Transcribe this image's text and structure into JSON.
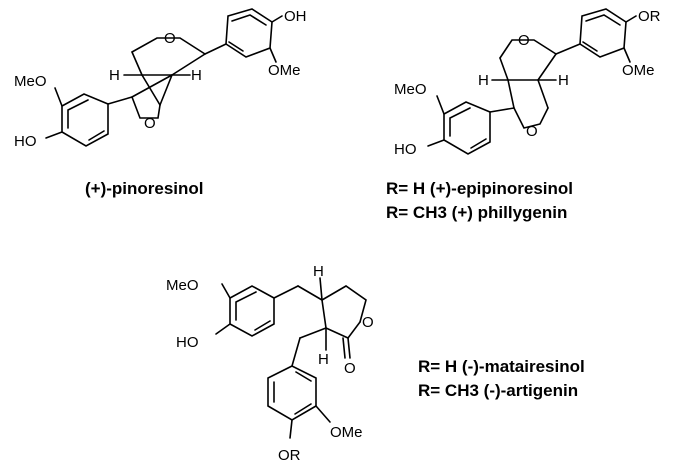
{
  "molecules": [
    {
      "atoms": {
        "oh": "OH",
        "ome": "OMe",
        "meo": "MeO",
        "ho": "HO",
        "o_top": "O",
        "o_bot": "O",
        "h_left": "H",
        "h_right": "H"
      },
      "captions": [
        "(+)-pinoresinol"
      ]
    },
    {
      "atoms": {
        "or": "OR",
        "ome": "OMe",
        "meo": "MeO",
        "ho": "HO",
        "o_top": "O",
        "o_bot": "O",
        "h_left": "H",
        "h_right": "H"
      },
      "captions": [
        "R= H  (+)-epipinoresinol",
        "R= CH3 (+) phillygenin"
      ]
    },
    {
      "atoms": {
        "meo": "MeO",
        "ho": "HO",
        "h_top": "H",
        "h_mid": "H",
        "o_ring": "O",
        "o_carbonyl": "O",
        "ome": "OMe",
        "or": "OR"
      },
      "captions": [
        "R= H (-)-matairesinol",
        "R= CH3 (-)-artigenin"
      ]
    }
  ]
}
